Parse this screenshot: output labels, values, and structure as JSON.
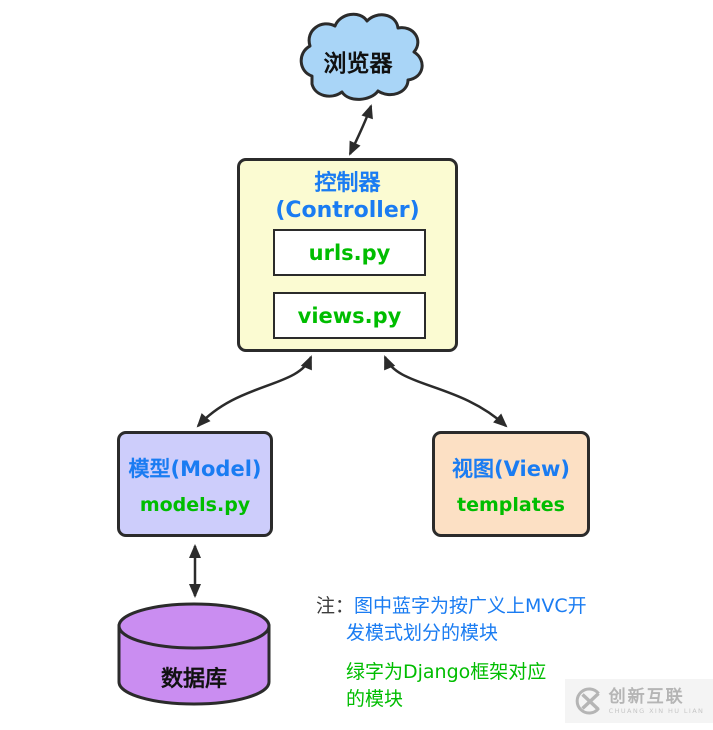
{
  "diagram": {
    "browser": {
      "label": "浏览器"
    },
    "controller": {
      "title_cn": "控制器",
      "title_en": "(Controller)",
      "modules": [
        {
          "label": "urls.py"
        },
        {
          "label": "views.py"
        }
      ]
    },
    "model": {
      "title": "模型(Model)",
      "module": "models.py"
    },
    "view": {
      "title": "视图(View)",
      "module": "templates"
    },
    "database": {
      "label": "数据库"
    },
    "note": {
      "prefix": "注：",
      "blue_line_1": "图中蓝字为按广义上MVC开",
      "blue_line_2": "发模式划分的模块",
      "green_line_1": "绿字为Django框架对应",
      "green_line_2": "的模块"
    },
    "watermark": {
      "name": "创新互联",
      "subtitle": "CHUANG XIN HU LIAN"
    }
  },
  "colors": {
    "blue-text": "#1a7cf2",
    "green-text": "#00bd00",
    "stroke": "#2b2b2b",
    "cloud-fill": "#a9d5f7",
    "controller-fill": "#fbfbd2",
    "model-fill": "#cdcdfb",
    "view-fill": "#fce0c4",
    "database-fill": "#ca8df1",
    "watermark-gray": "#b5b5b5"
  }
}
